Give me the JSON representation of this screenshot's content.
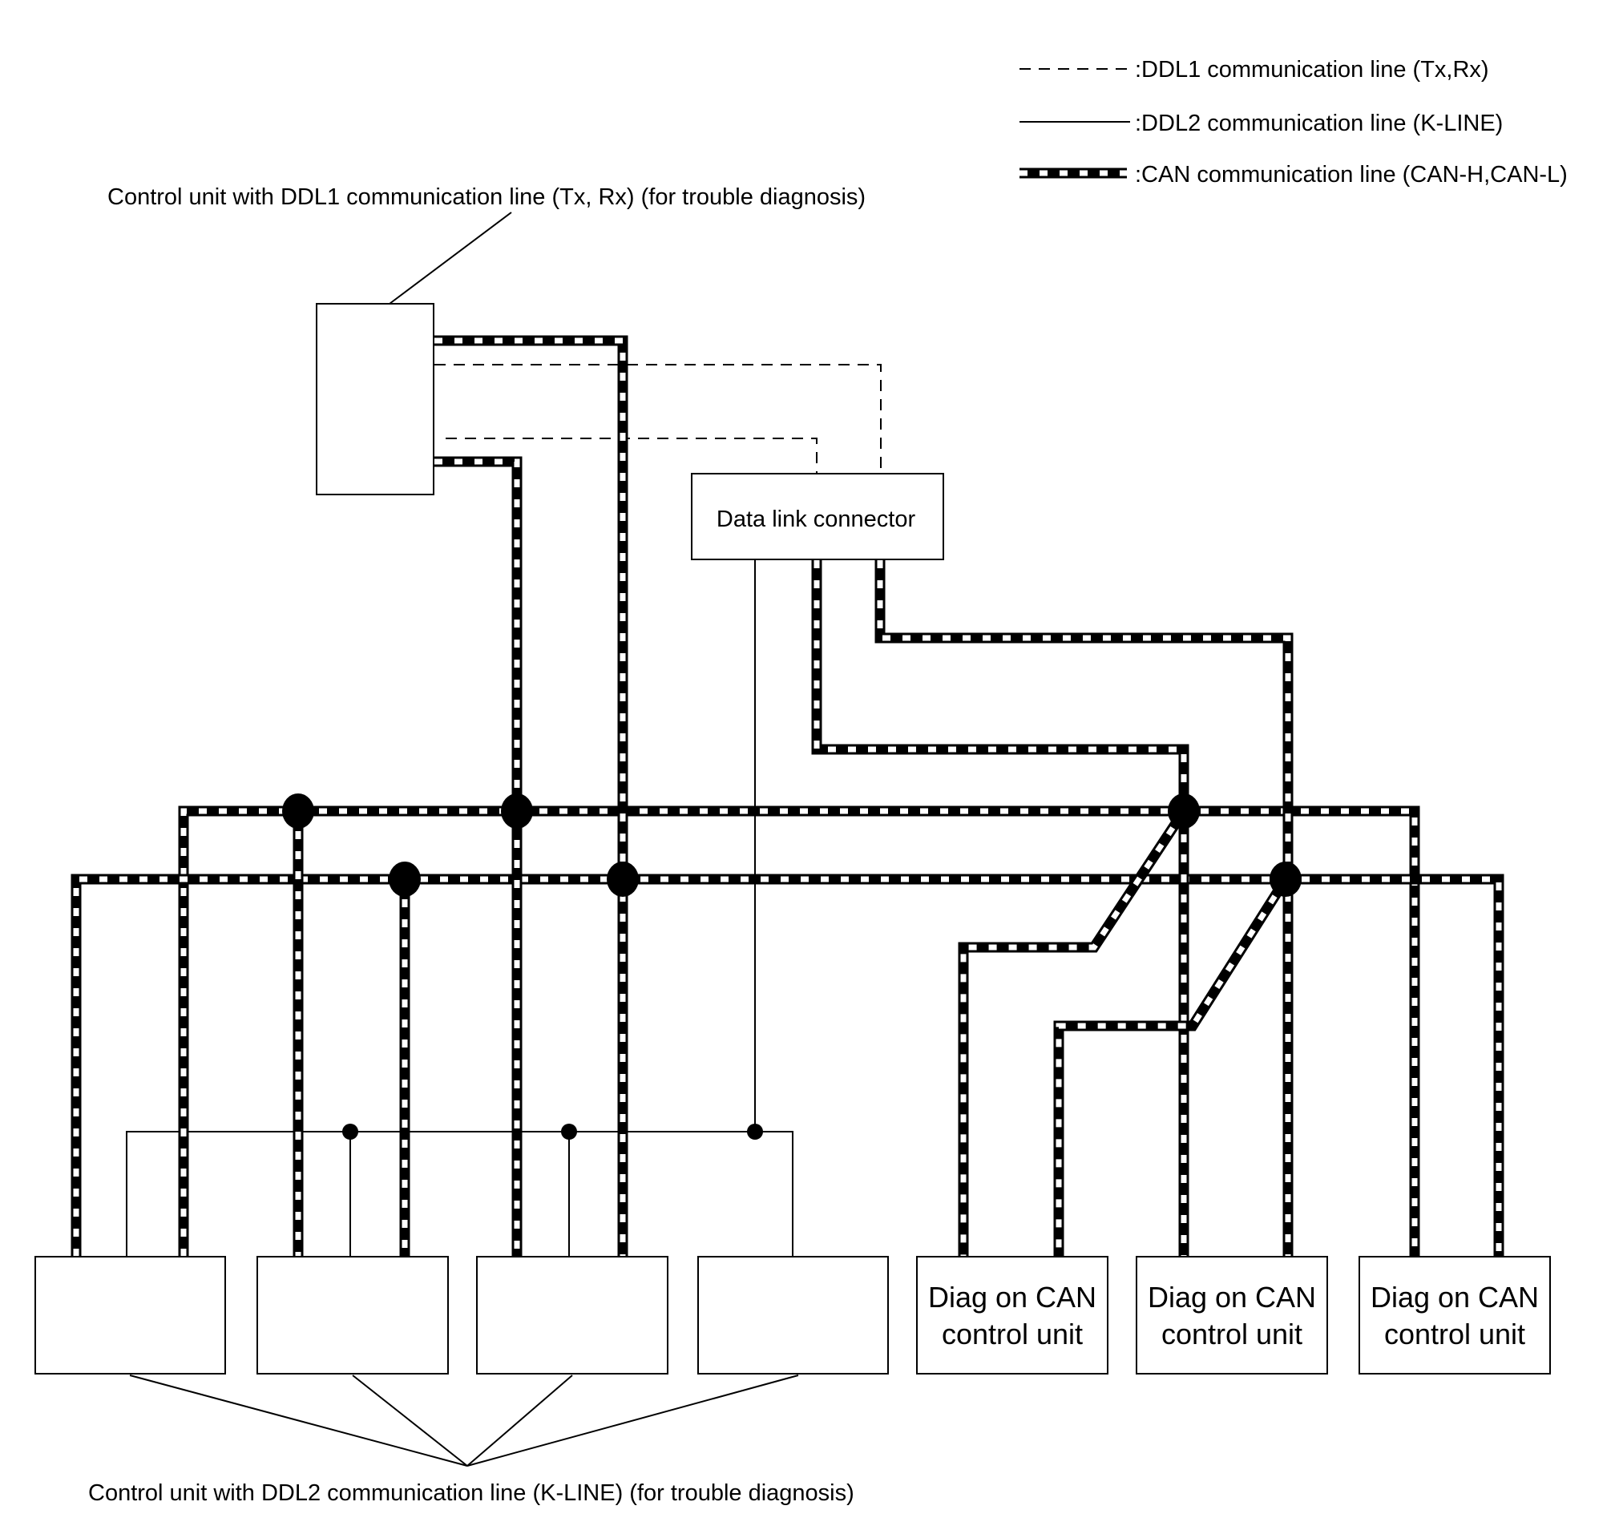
{
  "legend": {
    "ddl1": ":DDL1 communication line (Tx,Rx)",
    "ddl2": ":DDL2 communication line (K-LINE)",
    "can": ":CAN communication line (CAN-H,CAN-L)"
  },
  "labels": {
    "ddl1_unit": "Control unit with DDL1 communication line (Tx, Rx) (for trouble diagnosis)",
    "ddl2_units": "Control unit with DDL2 communication line (K-LINE) (for trouble diagnosis)",
    "data_link_connector": "Data link connector"
  },
  "diag_units": [
    {
      "line1": "Diag on CAN",
      "line2": "control unit"
    },
    {
      "line1": "Diag on CAN",
      "line2": "control unit"
    },
    {
      "line1": "Diag on CAN",
      "line2": "control unit"
    }
  ],
  "colors": {
    "line": "#000000",
    "background": "#ffffff"
  }
}
